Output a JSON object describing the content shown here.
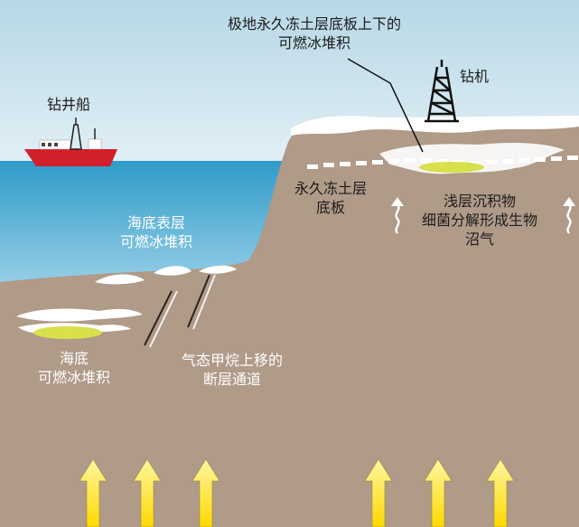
{
  "labels": {
    "top_title_line1": "极地永久冻土层底板上下的",
    "top_title_line2": "可燃冰堆积",
    "drill_ship": "钻井船",
    "drill_rig": "钻机",
    "permafrost_line1": "永久冻土层",
    "permafrost_line2": "底板",
    "shallow_line1": "浅层沉积物",
    "shallow_line2": "细菌分解形成生物",
    "shallow_line3": "沼气",
    "seafloor_surface_line1": "海底表层",
    "seafloor_surface_line2": "可燃冰堆积",
    "seabed_line1": "海底",
    "seabed_line2": "可燃冰堆积",
    "fault_line1": "气态甲烷上移的",
    "fault_line2": "断层通道"
  },
  "colors": {
    "sky": "#cde4ee",
    "sea": "#3fa6d0",
    "sediment": "#b09a88",
    "hydrate": "#ffffff",
    "gas_pocket": "#d8e04a",
    "arrow_fill": "#ffe600",
    "ship_hull": "#d2202a"
  }
}
